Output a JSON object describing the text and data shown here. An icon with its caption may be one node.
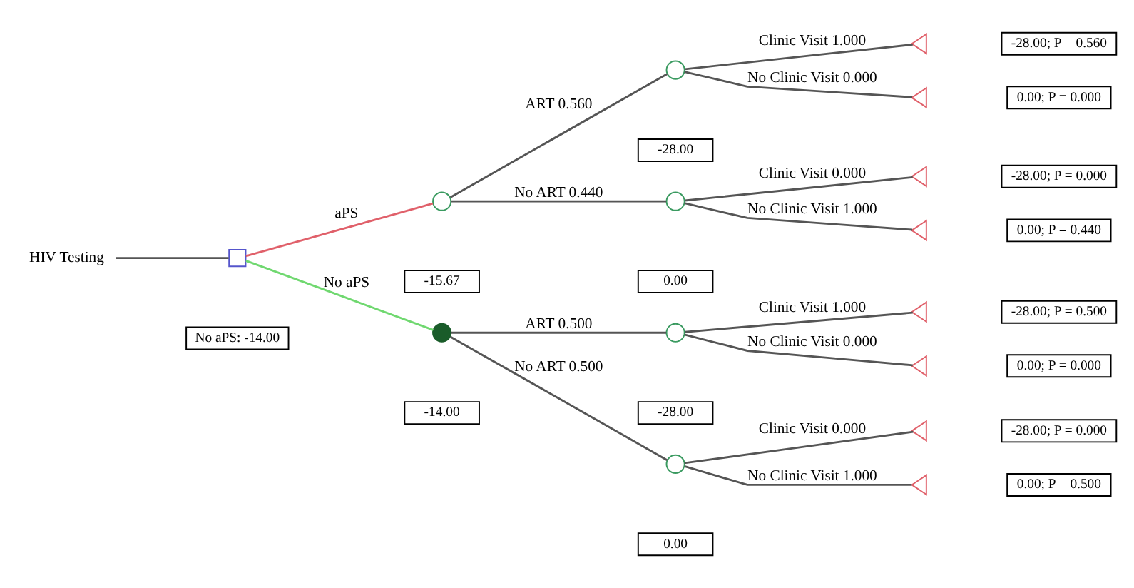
{
  "diagram": {
    "nodes": [
      {
        "text": [
          "HIV Testing"
        ]
      },
      {
        "text": [],
        "shape": "box"
      },
      {
        "text": [
          "No aPS: -14.00"
        ]
      },
      {
        "text": [],
        "shape": "circle"
      },
      {
        "text": [
          "-15.67"
        ]
      },
      {
        "text": [],
        "shape": "circle"
      },
      {
        "text": [
          "-28.00"
        ]
      },
      {
        "text": [],
        "shape": "triangle"
      },
      {
        "text": [
          "-28.00; P = 0.560"
        ]
      },
      {
        "text": [],
        "shape": "triangle"
      },
      {
        "text": [
          "0.00; P = 0.000"
        ]
      },
      {
        "text": [],
        "shape": "circle"
      },
      {
        "text": [
          "0.00"
        ]
      },
      {
        "text": [],
        "shape": "triangle"
      },
      {
        "text": [
          "-28.00; P = 0.000"
        ]
      },
      {
        "text": [],
        "shape": "triangle"
      },
      {
        "text": [
          "0.00; P = 0.440"
        ]
      },
      {
        "text": [],
        "shape": "circle"
      },
      {
        "text": [
          "-14.00"
        ]
      },
      {
        "text": [],
        "shape": "circle"
      },
      {
        "text": [
          "-28.00"
        ]
      },
      {
        "text": [],
        "shape": "triangle"
      },
      {
        "text": [
          "-28.00; P = 0.500"
        ]
      },
      {
        "text": [],
        "shape": "triangle"
      },
      {
        "text": [
          "0.00; P = 0.000"
        ]
      },
      {
        "text": [],
        "shape": "circle"
      },
      {
        "text": [
          "0.00"
        ]
      },
      {
        "text": [],
        "shape": "triangle"
      },
      {
        "text": [
          "-28.00; P = 0.000"
        ]
      },
      {
        "text": [],
        "shape": "triangle"
      },
      {
        "text": [
          "0.00; P = 0.500"
        ]
      }
    ],
    "edges": [
      {
        "from": 0,
        "to": 1,
        "arrow": "none"
      },
      {
        "from": 1,
        "to": 3,
        "arrow": "none",
        "label": "aPS",
        "color": "#e0606a"
      },
      {
        "from": 3,
        "to": 5,
        "arrow": "none",
        "label": "ART 0.560"
      },
      {
        "from": 5,
        "to": 7,
        "arrow": "none",
        "label": "Clinic Visit 1.000"
      },
      {
        "from": 5,
        "to": 9,
        "arrow": "none",
        "label": "No Clinic Visit 0.000"
      },
      {
        "from": 3,
        "to": 11,
        "arrow": "none",
        "label": "No ART 0.440"
      },
      {
        "from": 11,
        "to": 13,
        "arrow": "none",
        "label": "Clinic Visit 0.000"
      },
      {
        "from": 11,
        "to": 15,
        "arrow": "none",
        "label": "No Clinic Visit 1.000"
      },
      {
        "from": 1,
        "to": 17,
        "arrow": "none",
        "label": "No aPS",
        "color": "#70d870"
      },
      {
        "from": 17,
        "to": 19,
        "arrow": "none",
        "label": "ART 0.500"
      },
      {
        "from": 19,
        "to": 21,
        "arrow": "none",
        "label": "Clinic Visit 1.000"
      },
      {
        "from": 19,
        "to": 23,
        "arrow": "none",
        "label": "No Clinic Visit 0.000"
      },
      {
        "from": 17,
        "to": 25,
        "arrow": "none",
        "label": "No ART 0.500"
      },
      {
        "from": 25,
        "to": 27,
        "arrow": "none",
        "label": "Clinic Visit 0.000"
      },
      {
        "from": 25,
        "to": 29,
        "arrow": "none",
        "label": "No Clinic Visit 1.000"
      }
    ]
  }
}
